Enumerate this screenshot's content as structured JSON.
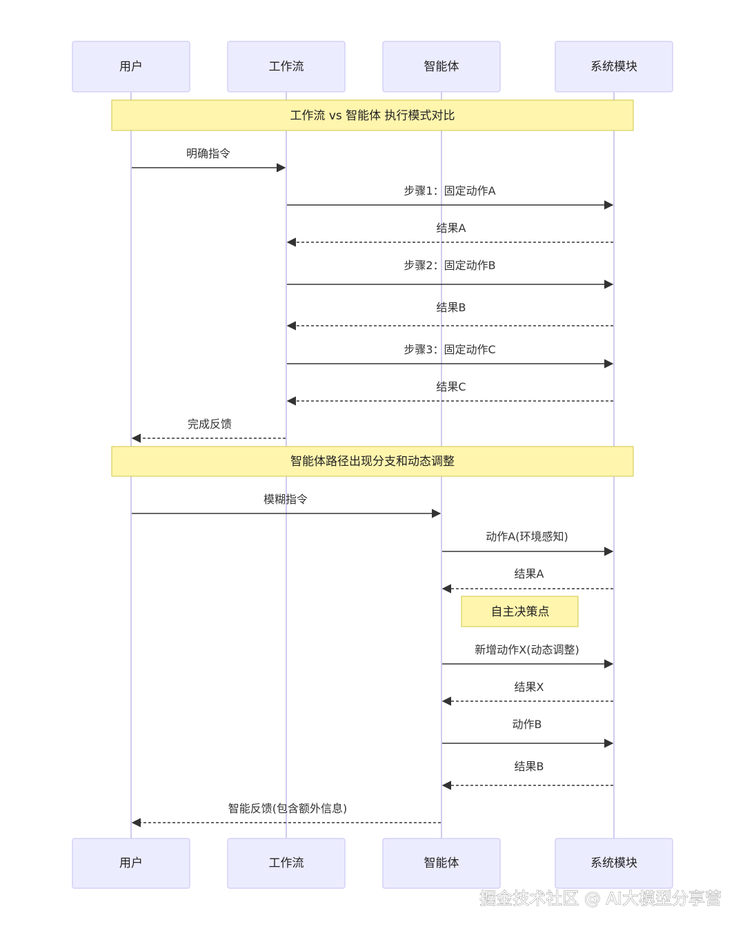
{
  "actors": [
    {
      "id": "user",
      "label": "用户"
    },
    {
      "id": "workflow",
      "label": "工作流"
    },
    {
      "id": "agent",
      "label": "智能体"
    },
    {
      "id": "system",
      "label": "系统模块"
    }
  ],
  "notes": [
    {
      "label": "工作流 vs 智能体 执行模式对比",
      "span": [
        "user",
        "system"
      ]
    },
    {
      "label": "智能体路径出现分支和动态调整",
      "span": [
        "user",
        "system"
      ]
    },
    {
      "label": "自主决策点",
      "over": "agent"
    }
  ],
  "messages": [
    {
      "from": "user",
      "to": "workflow",
      "label": "明确指令",
      "style": "solid"
    },
    {
      "from": "workflow",
      "to": "system",
      "label": "步骤1：固定动作A",
      "style": "solid"
    },
    {
      "from": "system",
      "to": "workflow",
      "label": "结果A",
      "style": "dashed"
    },
    {
      "from": "workflow",
      "to": "system",
      "label": "步骤2：固定动作B",
      "style": "solid"
    },
    {
      "from": "system",
      "to": "workflow",
      "label": "结果B",
      "style": "dashed"
    },
    {
      "from": "workflow",
      "to": "system",
      "label": "步骤3：固定动作C",
      "style": "solid"
    },
    {
      "from": "system",
      "to": "workflow",
      "label": "结果C",
      "style": "dashed"
    },
    {
      "from": "workflow",
      "to": "user",
      "label": "完成反馈",
      "style": "dashed"
    },
    {
      "from": "user",
      "to": "agent",
      "label": "模糊指令",
      "style": "solid"
    },
    {
      "from": "agent",
      "to": "system",
      "label": "动作A(环境感知)",
      "style": "solid"
    },
    {
      "from": "system",
      "to": "agent",
      "label": "结果A",
      "style": "dashed"
    },
    {
      "from": "agent",
      "to": "system",
      "label": "新增动作X(动态调整)",
      "style": "solid"
    },
    {
      "from": "system",
      "to": "agent",
      "label": "结果X",
      "style": "dashed"
    },
    {
      "from": "agent",
      "to": "system",
      "label": "动作B",
      "style": "solid"
    },
    {
      "from": "system",
      "to": "agent",
      "label": "结果B",
      "style": "dashed"
    },
    {
      "from": "agent",
      "to": "user",
      "label": "智能反馈(包含额外信息)",
      "style": "dashed"
    }
  ],
  "watermark": "掘金技术社区 @ AI大模型分享营",
  "colors": {
    "actor_fill": "#ececff",
    "note_fill": "#fff5ad",
    "line": "#333333"
  }
}
